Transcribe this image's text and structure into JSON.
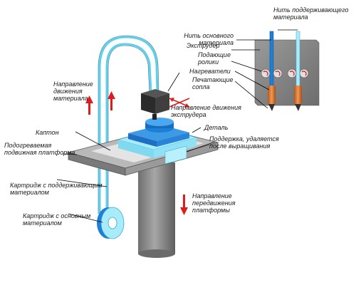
{
  "labels": {
    "support_filament": "Нить поддерживающего\nматериала",
    "main_filament": "Нить основного материала",
    "extruder": "Экструдер",
    "feed_rollers": "Подающие\nролики",
    "heaters": "Нагреватели",
    "print_nozzles": "Печатающие\nсопла",
    "material_direction": "Направление\nдвижения\nматериала",
    "extruder_direction": "Направление движения\nэкструдера",
    "part": "Деталь",
    "support_removed": "Поддержка, удаляется\nпосле выращивания",
    "kapton": "Каптон",
    "heated_platform": "Подогреваемая\nподвижная платформа",
    "support_cartridge": "Картридж с поддерживающим\nматериалом",
    "main_cartridge": "Картридж с основным\nматериалом",
    "platform_direction": "Направление\nпередвижения\nплатформы"
  },
  "colors": {
    "filament": "#5ecfe8",
    "part": "#1e7fd6",
    "support": "#a8ecfb",
    "arrow": "#e01b1b",
    "stand": "#8c8c8c",
    "extruder": "#2b2b2b",
    "heater": "#d2702a"
  }
}
